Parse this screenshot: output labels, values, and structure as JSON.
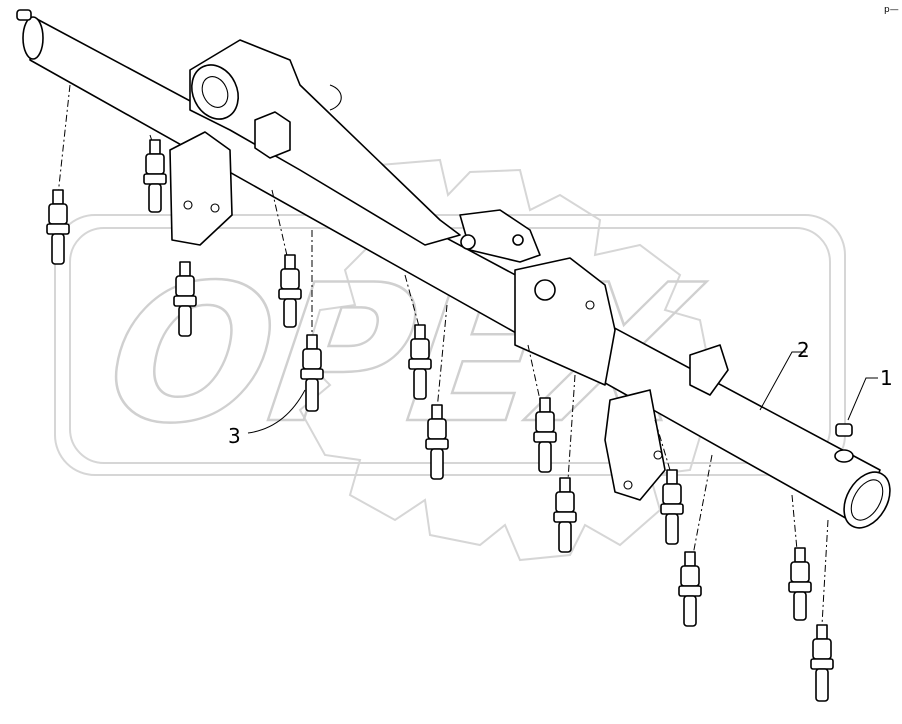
{
  "watermark": {
    "text": "OPEX"
  },
  "callouts": [
    {
      "id": "1",
      "label": "1"
    },
    {
      "id": "2",
      "label": "2"
    },
    {
      "id": "3",
      "label": "3"
    }
  ],
  "corner_mark": "p—"
}
